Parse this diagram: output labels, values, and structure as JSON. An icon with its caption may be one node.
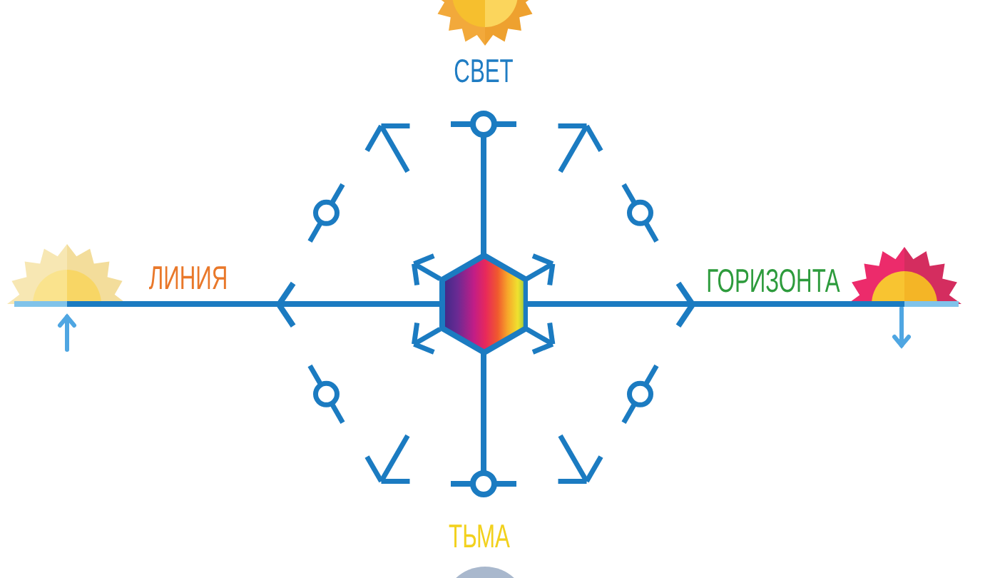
{
  "diagram": {
    "nodes": [
      {
        "text": [],
        "shape": "picture",
        "beside": [
          "СВЕТ"
        ]
      },
      {
        "text": [],
        "shape": "picture"
      },
      {
        "text": [],
        "shape": "hexagon"
      },
      {
        "text": [],
        "shape": "picture"
      },
      {
        "text": [],
        "shape": "circle",
        "beside": [
          "ТЬМА"
        ]
      }
    ],
    "edges": [
      {
        "from": 2,
        "to": null,
        "arrow": "other"
      },
      {
        "from": 2,
        "to": 1,
        "arrow": "none"
      },
      {
        "from": 2,
        "to": 3,
        "arrow": "none"
      },
      {
        "from": 2,
        "to": null,
        "arrow": "other"
      }
    ],
    "labels": [
      "ЛИНИЯ",
      "ГОРИЗОНТА"
    ]
  }
}
